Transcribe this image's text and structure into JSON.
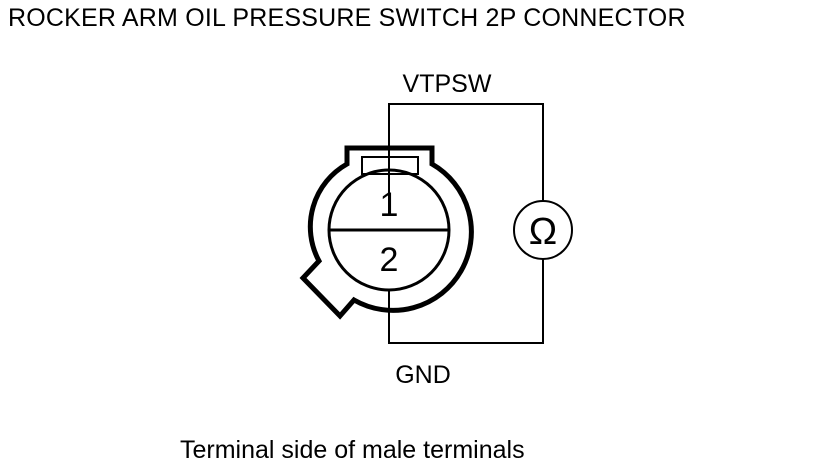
{
  "title": "ROCKER ARM OIL PRESSURE SWITCH 2P CONNECTOR",
  "caption": "Terminal side of male terminals",
  "labels": {
    "top_wire": "VTPSW",
    "bottom_wire": "GND",
    "meter_symbol": "Ω"
  },
  "connector": {
    "terminals": [
      {
        "number": "1"
      },
      {
        "number": "2"
      }
    ]
  }
}
